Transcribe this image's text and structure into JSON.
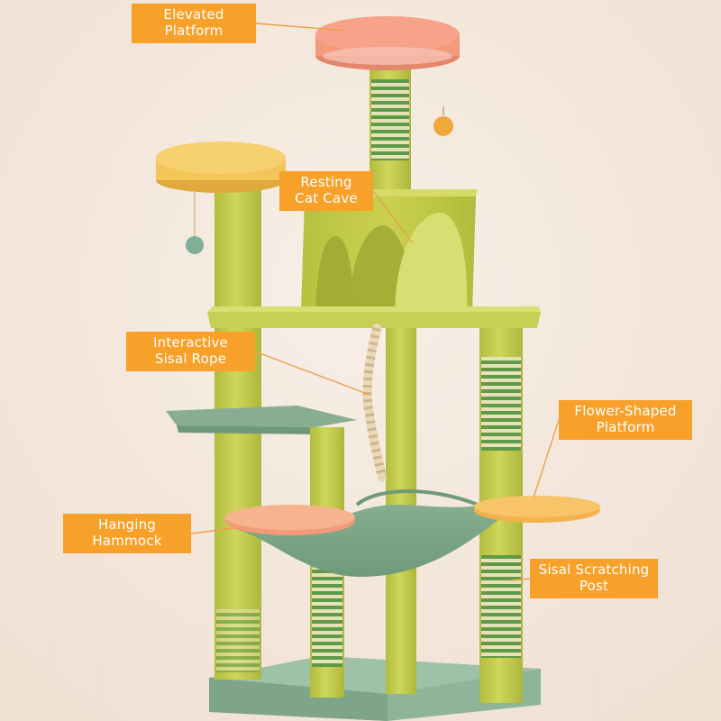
{
  "colors": {
    "background": "#F3E8DE",
    "callout": "#F7A12A",
    "callout_text": "#FFFFFF",
    "leader_line": "#E9A24A",
    "post_green": "#C6CE4E",
    "post_shadow": "#A9B33A",
    "sisal_stripe": "#5E9A47",
    "sisal_light": "#E9E4B8",
    "sage_green": "#7FA889",
    "base_green": "#8EB59A",
    "top_pink": "#F39A79",
    "top_rim": "#F6B7A7",
    "yellow_bed": "#F4C659",
    "orange_pad": "#F6A14F",
    "rope": "#E9D9B8"
  },
  "callouts": {
    "elevated_platform": {
      "lines": [
        "Elevated",
        "Platform"
      ]
    },
    "resting_cat_cave": {
      "lines": [
        "Resting",
        "Cat Cave"
      ]
    },
    "interactive_sisal_rope": {
      "lines": [
        "Interactive",
        "Sisal Rope"
      ]
    },
    "flower_shaped_platform": {
      "lines": [
        "Flower-Shaped",
        "Platform"
      ]
    },
    "hanging_hammock": {
      "lines": [
        "Hanging",
        "Hammock"
      ]
    },
    "sisal_scratching_post": {
      "lines": [
        "Sisal Scratching",
        "Post"
      ]
    }
  }
}
